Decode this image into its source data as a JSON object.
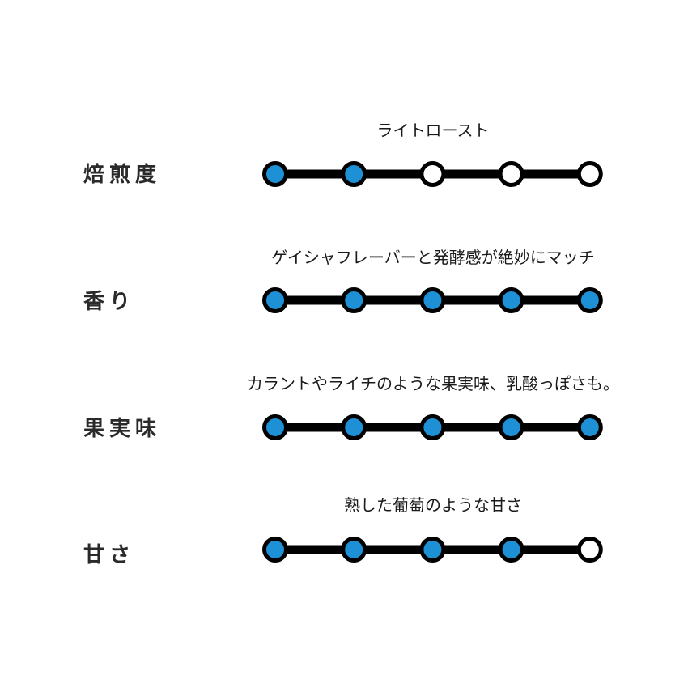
{
  "colors": {
    "filled": "#1e90d6",
    "empty": "#ffffff",
    "line": "#000000",
    "label": "#2a2a2a"
  },
  "rows": [
    {
      "label": "焙煎度",
      "description": "ライトロースト",
      "level": 2,
      "max": 5
    },
    {
      "label": "香り",
      "description": "ゲイシャフレーバーと発酵感が絶妙にマッチ",
      "level": 5,
      "max": 5
    },
    {
      "label": "果実味",
      "description": "カラントやライチのような果実味、乳酸っぽさも。",
      "level": 5,
      "max": 5
    },
    {
      "label": "甘さ",
      "description": "熟した葡萄のような甘さ",
      "level": 4,
      "max": 5
    }
  ]
}
